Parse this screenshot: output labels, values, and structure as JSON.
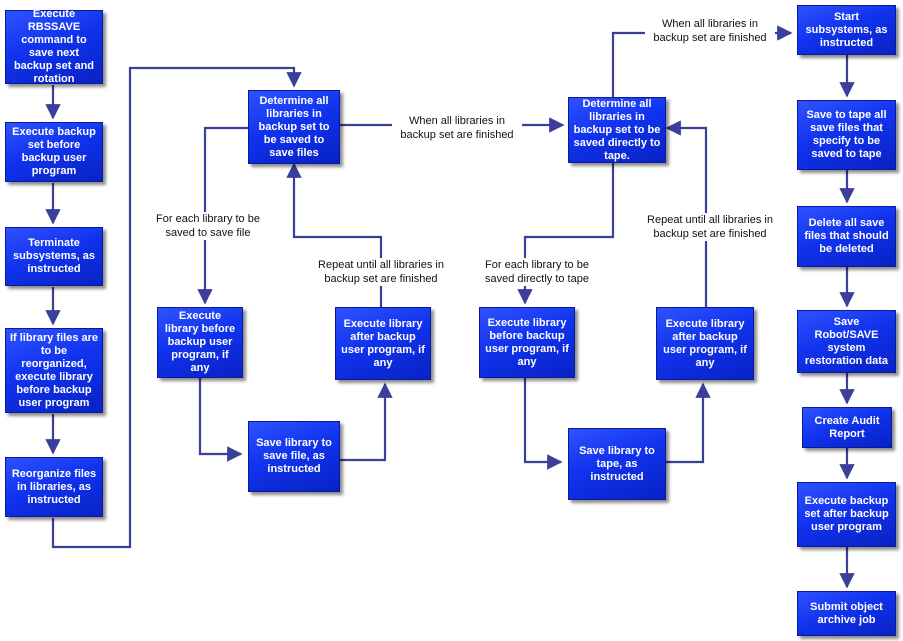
{
  "colors": {
    "box_fill": "#1133ee",
    "connector": "#3a3f9a"
  },
  "steps": {
    "rbssave": "Execute RBSSAVE command to save next backup set and rotation",
    "before_backup": "Execute backup set before backup user program",
    "terminate": "Terminate subsystems, as instructed",
    "reorg_prog": "If library files are to be reorganized, execute library before backup user program",
    "reorganize": "Reorganize files in libraries, as instructed",
    "determine_savefiles": "Determine all libraries in backup set to be saved to save files",
    "savefile_before": "Execute library before backup user program, if any",
    "savefile_after": "Execute library after backup user program, if any",
    "save_to_savefile": "Save library to save file, as instructed",
    "determine_tape": "Determine all libraries in backup set to be saved directly to tape.",
    "tape_before": "Execute library before backup user program, if any",
    "tape_after": "Execute library after backup user program, if any",
    "save_to_tape": "Save library to tape, as instructed",
    "start_subsystems": "Start subsystems, as instructed",
    "save_savefiles_tape": "Save to tape all save files that specify to be saved to tape",
    "delete_savefiles": "Delete all save files that should be deleted",
    "robot_data": "Save Robot/SAVE system restoration data",
    "audit_report": "Create Audit Report",
    "after_backup": "Execute backup set after backup user program",
    "archive_job": "Submit object archive job"
  },
  "labels": {
    "finished_1": "When all libraries in backup set are finished",
    "each_savefile": "For each library to be saved to save file",
    "repeat_1": "Repeat until all libraries in backup set are finished",
    "finished_2": "When all libraries in backup set are finished",
    "each_tape": "For each library to be saved directly to tape",
    "repeat_2": "Repeat until all libraries in backup set are finished"
  }
}
